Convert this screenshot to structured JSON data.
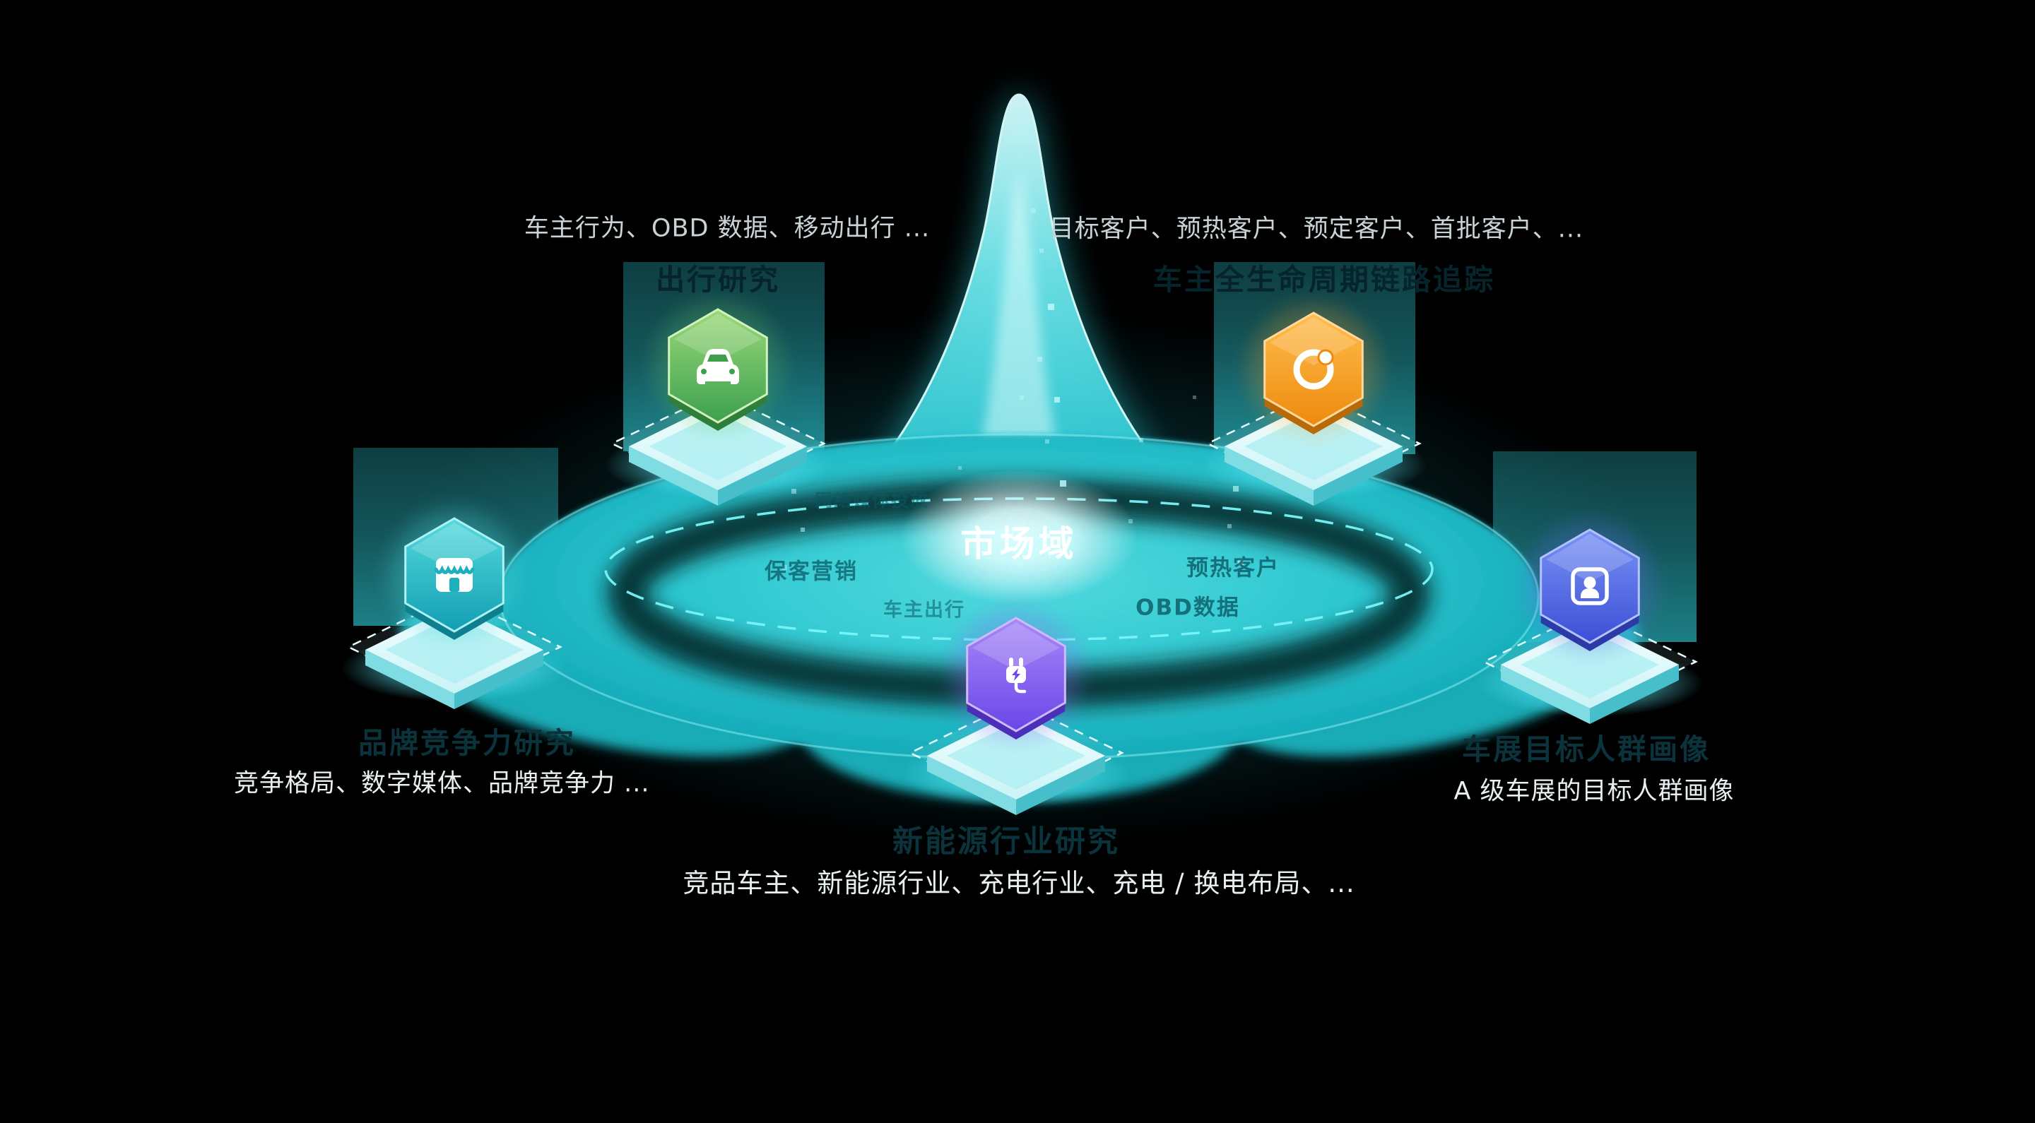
{
  "center": {
    "label": "市场域"
  },
  "nodes": [
    {
      "id": "travel-research",
      "title": "出行研究",
      "subtitle": "车主行为、OBD 数据、移动出行 ...",
      "icon": "car-icon",
      "color": "#4aa84f"
    },
    {
      "id": "lifecycle-tracking",
      "title": "车主全生命周期链路追踪",
      "subtitle": "目标客户、预热客户、预定客户、首批客户、...",
      "icon": "orbit-icon",
      "color": "#f0930f"
    },
    {
      "id": "brand-competition",
      "title": "品牌竞争力研究",
      "subtitle": "竞争格局、数字媒体、品牌竞争力 ...",
      "icon": "storefront-icon",
      "color": "#1fb0bd"
    },
    {
      "id": "audience-profile",
      "title": "车展目标人群画像",
      "subtitle": "A 级车展的目标人群画像",
      "icon": "person-icon",
      "color": "#4d5fdd"
    },
    {
      "id": "nev-research",
      "title": "新能源行业研究",
      "subtitle": "竞品车主、新能源行业、充电行业、充电 / 换电布局、...",
      "icon": "charging-icon",
      "color": "#7a56ee"
    }
  ],
  "floating_keywords": [
    "网络媒体投放",
    "保客营销",
    "预热客户",
    "车主出行",
    "OBD数据"
  ],
  "colors": {
    "background": "#000000",
    "vortex": "#2fc9d4",
    "vortex_light": "#c9f8fa",
    "dashed_ring": "#79f4f8",
    "center_glow": "#ffffff",
    "hex_green": "#3da04e",
    "hex_orange": "#ee8a0d",
    "hex_teal": "#129fb3",
    "hex_indigo": "#3c4fd6",
    "hex_purple": "#6b46e9"
  }
}
